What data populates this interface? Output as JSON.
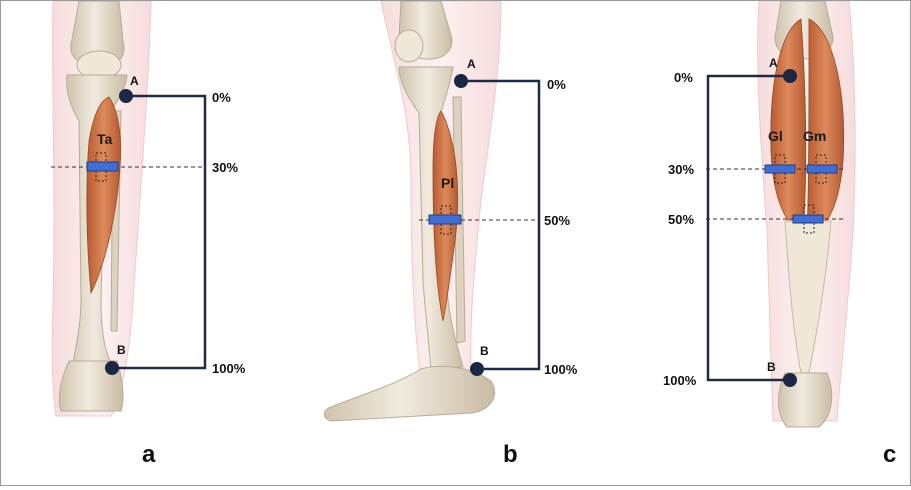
{
  "panels": {
    "a": {
      "label": "a",
      "point_top": "A",
      "point_bottom": "B",
      "muscle": "Ta",
      "pct_top": "0%",
      "pct_mid": "30%",
      "pct_bottom": "100%"
    },
    "b": {
      "label": "b",
      "point_top": "A",
      "point_bottom": "B",
      "muscle": "Pl",
      "pct_top": "0%",
      "pct_mid": "50%",
      "pct_bottom": "100%"
    },
    "c": {
      "label": "c",
      "point_top": "A",
      "point_bottom": "B",
      "muscle_1": "Gl",
      "muscle_2": "Gm",
      "pct_top": "0%",
      "pct_30": "30%",
      "pct_50": "50%",
      "pct_bottom": "100%"
    }
  },
  "colors": {
    "line": "#1e2a4a",
    "point": "#1c2744",
    "probe": "#3f6fd6",
    "muscle": "#c96a3c",
    "bone": "#e6dccb"
  }
}
